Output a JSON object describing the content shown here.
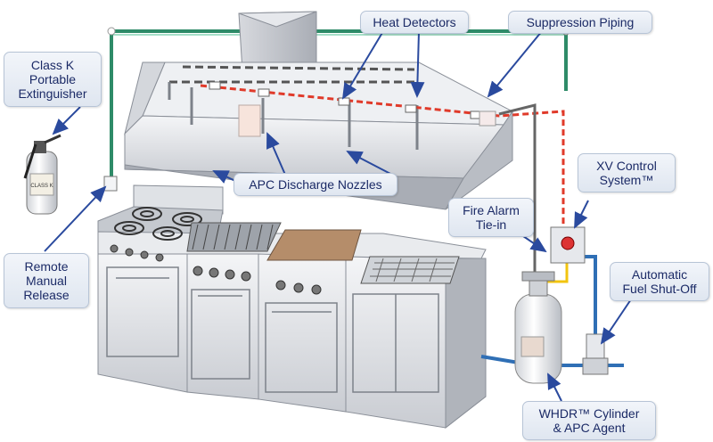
{
  "labels": {
    "heat_detectors": "Heat Detectors",
    "suppression_piping": "Suppression Piping",
    "class_k": "Class K\nPortable\nExtinguisher",
    "apc_nozzles": "APC Discharge Nozzles",
    "xv_control": "XV Control\nSystem™",
    "fire_alarm": "Fire Alarm\nTie-in",
    "remote_release": "Remote\nManual\nRelease",
    "fuel_shutoff": "Automatic\nFuel Shut-Off",
    "whdr": "WHDR™ Cylinder\n& APC Agent"
  },
  "colors": {
    "suppression_pipe": "#2e8b68",
    "detection_line": "#e03a2a",
    "gas_line": "#2f6fb5",
    "alarm_line": "#f2c40f",
    "callout_text": "#1b2a66",
    "pointer": "#2a4a9e"
  },
  "extinguisher_label": "CLASS K"
}
